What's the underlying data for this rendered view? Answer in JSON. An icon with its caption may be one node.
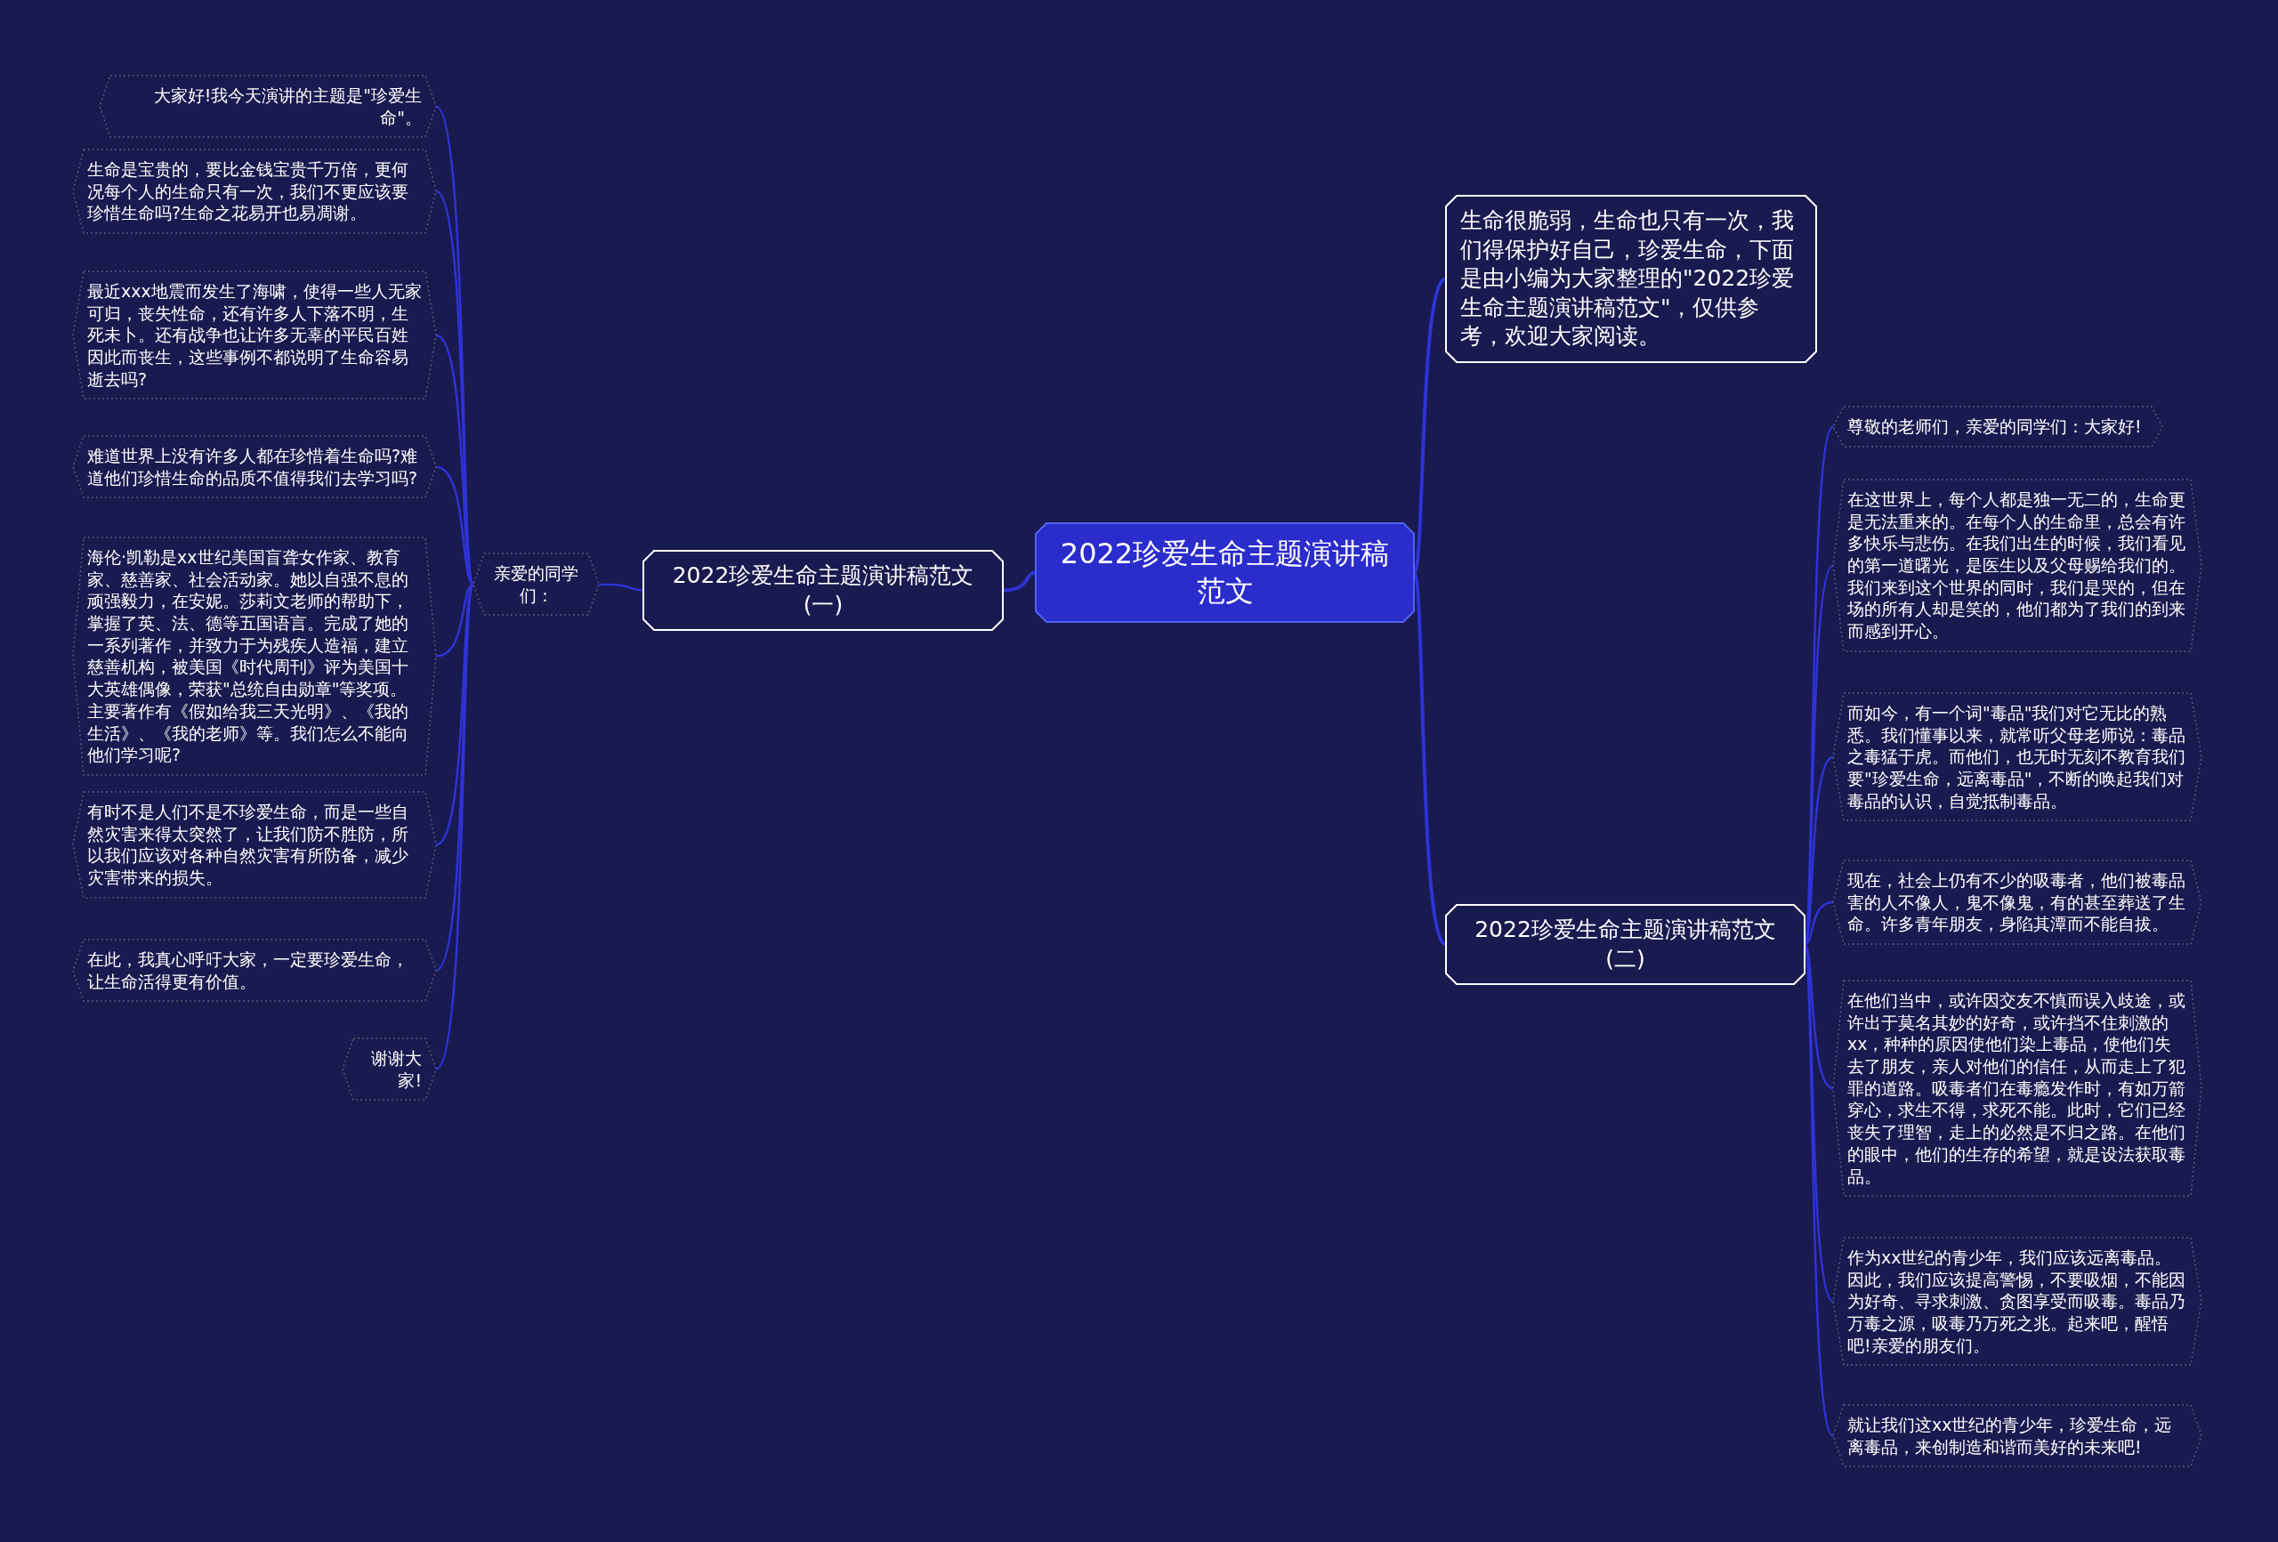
{
  "diagram": {
    "nodes": [
      {
        "text": [
          "2022珍爱生命主题演讲稿范文"
        ]
      },
      {
        "text": [
          "生命很脆弱，生命也只有一次，我们得保护好自己，珍爱生命，下面是由小编为大家整理的\"2022珍爱生命主题演讲稿范文\"，仅供参考，欢迎大家阅读。"
        ]
      },
      {
        "text": [
          "2022珍爱生命主题演讲稿范文(一)"
        ]
      },
      {
        "text": [
          "亲爱的同学们："
        ]
      },
      {
        "text": [
          "大家好!我今天演讲的主题是\"珍爱生命\"。"
        ]
      },
      {
        "text": [
          "生命是宝贵的，要比金钱宝贵千万倍，更何况每个人的生命只有一次，我们不更应该要珍惜生命吗?生命之花易开也易凋谢。"
        ]
      },
      {
        "text": [
          "最近xxx地震而发生了海啸，使得一些人无家可归，丧失性命，还有许多人下落不明，生死未卜。还有战争也让许多无辜的平民百姓因此而丧生，这些事例不都说明了生命容易逝去吗?"
        ]
      },
      {
        "text": [
          "难道世界上没有许多人都在珍惜着生命吗?难道他们珍惜生命的品质不值得我们去学习吗?"
        ]
      },
      {
        "text": [
          "海伦·凯勒是xx世纪美国盲聋女作家、教育家、慈善家、社会活动家。她以自强不息的顽强毅力，在安妮。莎莉文老师的帮助下，掌握了英、法、德等五国语言。完成了她的一系列著作，并致力于为残疾人造福，建立慈善机构，被美国《时代周刊》评为美国十大英雄偶像，荣获\"总统自由勋章\"等奖项。主要著作有《假如给我三天光明》、《我的生活》、《我的老师》等。我们怎么不能向他们学习呢?"
        ]
      },
      {
        "text": [
          "有时不是人们不是不珍爱生命，而是一些自然灾害来得太突然了，让我们防不胜防，所以我们应该对各种自然灾害有所防备，减少灾害带来的损失。"
        ]
      },
      {
        "text": [
          "在此，我真心呼吁大家，一定要珍爱生命，让生命活得更有价值。"
        ]
      },
      {
        "text": [
          "谢谢大家!"
        ]
      },
      {
        "text": [
          "2022珍爱生命主题演讲稿范文(二)"
        ]
      },
      {
        "text": [
          "尊敬的老师们，亲爱的同学们：大家好!"
        ]
      },
      {
        "text": [
          "在这世界上，每个人都是独一无二的，生命更是无法重来的。在每个人的生命里，总会有许多快乐与悲伤。在我们出生的时候，我们看见的第一道曙光，是医生以及父母赐给我们的。我们来到这个世界的同时，我们是哭的，但在场的所有人却是笑的，他们都为了我们的到来而感到开心。"
        ]
      },
      {
        "text": [
          "而如今，有一个词\"毒品\"我们对它无比的熟悉。我们懂事以来，就常听父母老师说：毒品之毒猛于虎。而他们，也无时无刻不教育我们要\"珍爱生命，远离毒品\"，不断的唤起我们对毒品的认识，自觉抵制毒品。"
        ]
      },
      {
        "text": [
          "现在，社会上仍有不少的吸毒者，他们被毒品害的人不像人，鬼不像鬼，有的甚至葬送了生命。许多青年朋友，身陷其潭而不能自拔。"
        ]
      },
      {
        "text": [
          "在他们当中，或许因交友不慎而误入歧途，或许出于莫名其妙的好奇，或许挡不住刺激的xx，种种的原因使他们染上毒品，使他们失去了朋友，亲人对他们的信任，从而走上了犯罪的道路。吸毒者们在毒瘾发作时，有如万箭穿心，求生不得，求死不能。此时，它们已经丧失了理智，走上的必然是不归之路。在他们的眼中，他们的生存的希望，就是设法获取毒品。"
        ]
      },
      {
        "text": [
          "作为xx世纪的青少年，我们应该远离毒品。因此，我们应该提高警惕，不要吸烟，不能因为好奇、寻求刺激、贪图享受而吸毒。毒品乃万毒之源，吸毒乃万死之兆。起来吧，醒悟吧!亲爱的朋友们。"
        ]
      },
      {
        "text": [
          "就让我们这xx世纪的青少年，珍爱生命，远离毒品，来创制造和谐而美好的未来吧!"
        ]
      }
    ],
    "edges": [
      {
        "from": 0,
        "to": 1,
        "arrow": "none"
      },
      {
        "from": 0,
        "to": 2,
        "arrow": "none"
      },
      {
        "from": 2,
        "to": 3,
        "arrow": "none"
      },
      {
        "from": 3,
        "to": 4,
        "arrow": "none"
      },
      {
        "from": 3,
        "to": 5,
        "arrow": "none"
      },
      {
        "from": 3,
        "to": 6,
        "arrow": "none"
      },
      {
        "from": 3,
        "to": 7,
        "arrow": "none"
      },
      {
        "from": 3,
        "to": 8,
        "arrow": "none"
      },
      {
        "from": 3,
        "to": 9,
        "arrow": "none"
      },
      {
        "from": 3,
        "to": 10,
        "arrow": "none"
      },
      {
        "from": 3,
        "to": 11,
        "arrow": "none"
      },
      {
        "from": 0,
        "to": 12,
        "arrow": "none"
      },
      {
        "from": 12,
        "to": 13,
        "arrow": "none"
      },
      {
        "from": 12,
        "to": 14,
        "arrow": "none"
      },
      {
        "from": 12,
        "to": 15,
        "arrow": "none"
      },
      {
        "from": 12,
        "to": 16,
        "arrow": "none"
      },
      {
        "from": 12,
        "to": 17,
        "arrow": "none"
      },
      {
        "from": 12,
        "to": 18,
        "arrow": "none"
      },
      {
        "from": 12,
        "to": 19,
        "arrow": "none"
      }
    ]
  }
}
